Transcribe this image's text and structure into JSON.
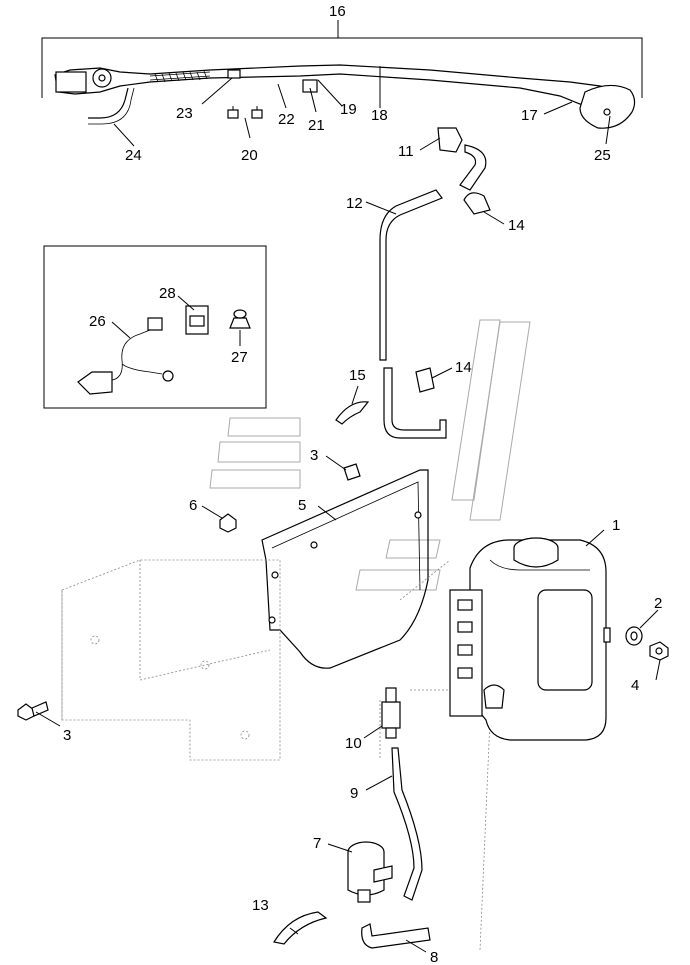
{
  "callouts": [
    "1",
    "2",
    "3",
    "3",
    "4",
    "5",
    "6",
    "7",
    "8",
    "9",
    "10",
    "11",
    "12",
    "13",
    "14",
    "14",
    "15",
    "16",
    "17",
    "18",
    "19",
    "20",
    "21",
    "22",
    "23",
    "24",
    "25",
    "26",
    "27",
    "28"
  ]
}
